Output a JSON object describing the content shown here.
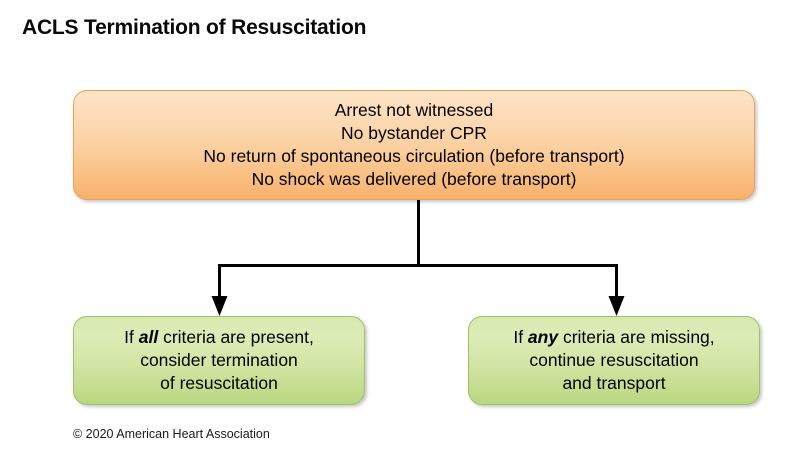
{
  "figure": {
    "title": "ACLS Termination of Resuscitation",
    "copyright": "© 2020 American Heart Association",
    "background_color": "#ffffff"
  },
  "criteria_box": {
    "fill_top_color": "#fde4c8",
    "fill_bottom_color": "#f7b16c",
    "border_color": "#e8a05a",
    "lines": [
      "Arrest not witnessed",
      "No bystander CPR",
      "No return of spontaneous circulation (before transport)",
      "No shock was delivered (before transport)"
    ]
  },
  "outcomes": [
    {
      "id": "all-criteria-present",
      "fill_top_color": "#d7e8b0",
      "fill_bottom_color": "#b9d680",
      "border_color": "#9cc167",
      "lines": [
        {
          "pre": "If ",
          "emphasis": "all",
          "post": " criteria are present,"
        },
        {
          "pre": "consider termination",
          "emphasis": "",
          "post": ""
        },
        {
          "pre": "of resuscitation",
          "emphasis": "",
          "post": ""
        }
      ]
    },
    {
      "id": "any-criteria-missing",
      "fill_top_color": "#d7e8b0",
      "fill_bottom_color": "#b9d680",
      "border_color": "#9cc167",
      "lines": [
        {
          "pre": "If ",
          "emphasis": "any",
          "post": " criteria are missing,"
        },
        {
          "pre": "continue resuscitation",
          "emphasis": "",
          "post": ""
        },
        {
          "pre": "and transport",
          "emphasis": "",
          "post": ""
        }
      ]
    }
  ],
  "connectors": {
    "line_color": "#000000",
    "stroke_width": 3,
    "description": "Single stem drops from criteria box, splits left and right into two arrows pointing at the outcome boxes"
  }
}
